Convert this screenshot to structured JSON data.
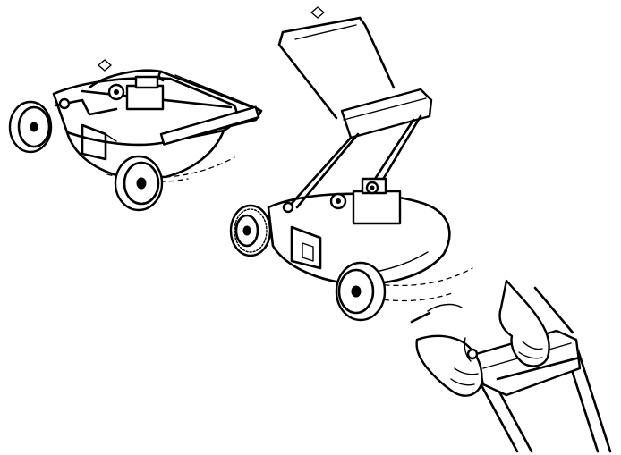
{
  "figure": {
    "panels": [
      {
        "id": "folded",
        "description_icon": "lawn-mower-folded-icon"
      },
      {
        "id": "unfolded",
        "description_icon": "lawn-mower-unfolded-icon"
      },
      {
        "id": "hands",
        "description_icon": "hands-gripping-handle-icon"
      }
    ],
    "markers": [
      {
        "icon": "diamond-marker-icon"
      },
      {
        "icon": "diamond-marker-icon"
      }
    ],
    "colors": {
      "ink": "#000000",
      "paper": "#ffffff"
    }
  }
}
